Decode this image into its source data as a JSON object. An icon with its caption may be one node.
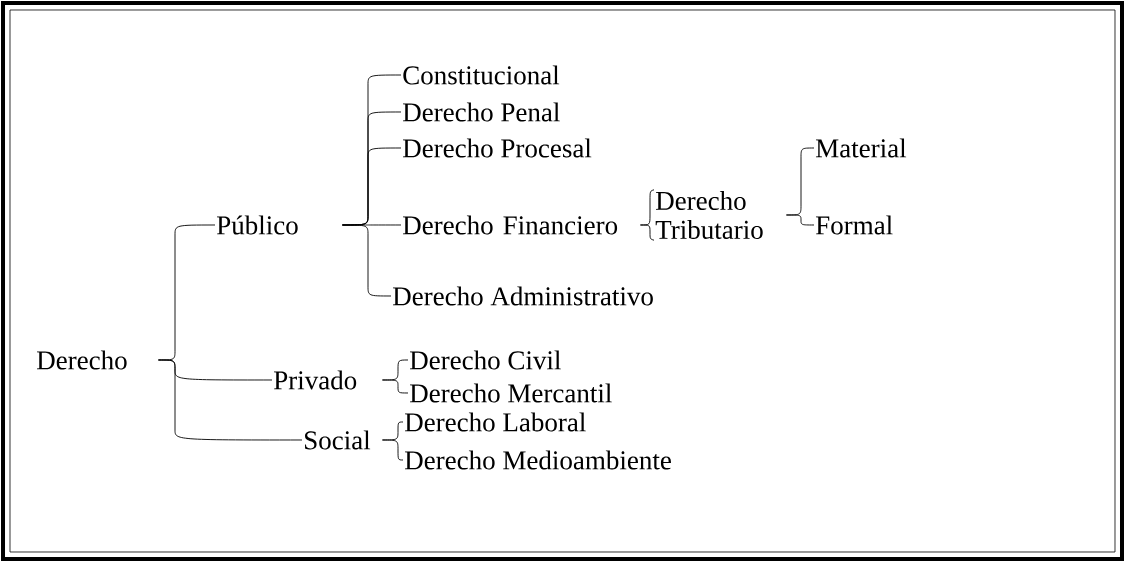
{
  "diagram": {
    "nodes": [
      {
        "text": [
          "Derecho"
        ]
      },
      {
        "text": [
          "Público"
        ]
      },
      {
        "text": [
          "Privado"
        ]
      },
      {
        "text": [
          "Social"
        ]
      },
      {
        "text": [
          "Constitucional"
        ]
      },
      {
        "text": [
          "Derecho Penal"
        ]
      },
      {
        "text": [
          "Derecho Procesal"
        ]
      },
      {
        "text": [
          "Derecho Financiero"
        ]
      },
      {
        "text": [
          "Derecho Administrativo"
        ]
      },
      {
        "text": [
          "Derecho Tributario"
        ]
      },
      {
        "text": [
          "Material"
        ]
      },
      {
        "text": [
          "Formal"
        ]
      },
      {
        "text": [
          "Derecho Civil"
        ]
      },
      {
        "text": [
          "Derecho Mercantil"
        ]
      },
      {
        "text": [
          "Derecho Laboral"
        ]
      },
      {
        "text": [
          "Derecho Medioambiente"
        ]
      }
    ],
    "edges": [
      {
        "from": 0,
        "to": 1,
        "arrow": "none"
      },
      {
        "from": 0,
        "to": 2,
        "arrow": "none"
      },
      {
        "from": 0,
        "to": 3,
        "arrow": "none"
      },
      {
        "from": 1,
        "to": 4,
        "arrow": "none"
      },
      {
        "from": 1,
        "to": 5,
        "arrow": "none"
      },
      {
        "from": 1,
        "to": 6,
        "arrow": "none"
      },
      {
        "from": 1,
        "to": 7,
        "arrow": "none"
      },
      {
        "from": 1,
        "to": 8,
        "arrow": "none"
      },
      {
        "from": 7,
        "to": 9,
        "arrow": "none"
      },
      {
        "from": 9,
        "to": 10,
        "arrow": "none"
      },
      {
        "from": 9,
        "to": 11,
        "arrow": "none"
      },
      {
        "from": 2,
        "to": 12,
        "arrow": "none"
      },
      {
        "from": 2,
        "to": 13,
        "arrow": "none"
      },
      {
        "from": 3,
        "to": 14,
        "arrow": "none"
      },
      {
        "from": 3,
        "to": 15,
        "arrow": "none"
      }
    ]
  }
}
